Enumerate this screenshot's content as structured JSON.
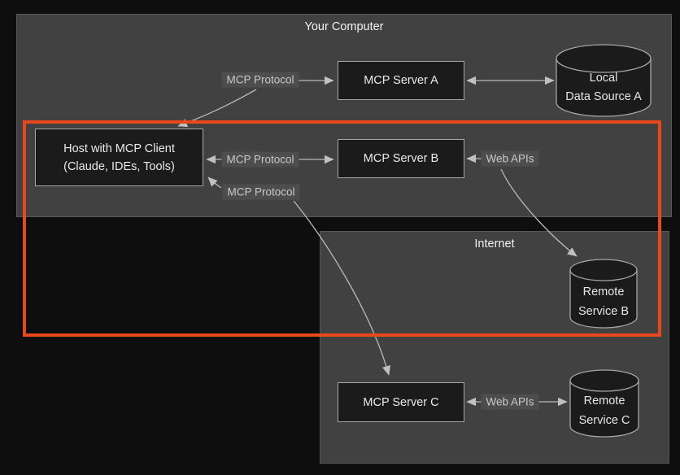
{
  "diagram": {
    "containers": {
      "your_computer": {
        "label": "Your Computer"
      },
      "internet": {
        "label": "Internet"
      }
    },
    "nodes": {
      "host": {
        "line1": "Host with MCP Client",
        "line2": "(Claude, IDEs, Tools)"
      },
      "server_a": {
        "label": "MCP Server A"
      },
      "server_b": {
        "label": "MCP Server B"
      },
      "server_c": {
        "label": "MCP Server C"
      },
      "local_data_source_a": {
        "line1": "Local",
        "line2": "Data Source A"
      },
      "remote_service_b": {
        "line1": "Remote",
        "line2": "Service B"
      },
      "remote_service_c": {
        "line1": "Remote",
        "line2": "Service C"
      }
    },
    "edge_labels": {
      "mcp_protocol_a": "MCP Protocol",
      "mcp_protocol_b": "MCP Protocol",
      "mcp_protocol_c": "MCP Protocol",
      "web_apis_b": "Web APIs",
      "web_apis_c": "Web APIs"
    },
    "colors": {
      "background": "#0e0e0e",
      "container_bg": "#414141",
      "node_bg": "#1b1b1b",
      "node_border": "#a6a6a6",
      "edge": "#b8b8b8",
      "edge_label_bg": "#4d4d4d",
      "highlight": "#e8491c"
    }
  }
}
